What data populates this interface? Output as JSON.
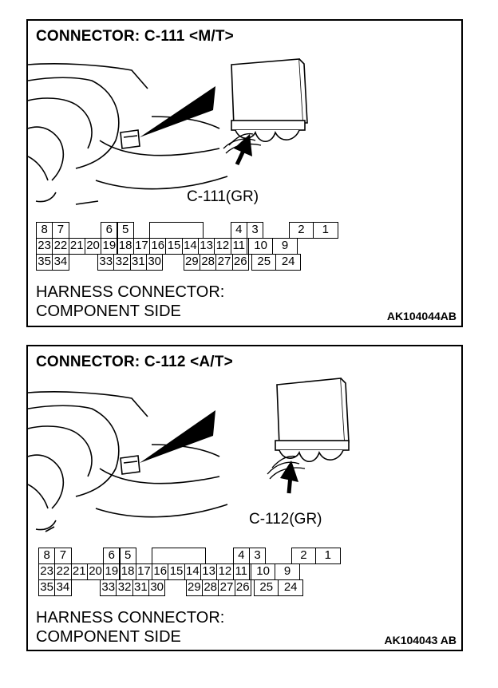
{
  "panels": [
    {
      "title": "CONNECTOR: C-111 <M/T>",
      "connector_label": "C-111(GR)",
      "footer_line1": "HARNESS CONNECTOR:",
      "footer_line2": "COMPONENT SIDE",
      "code": "AK104044AB"
    },
    {
      "title": "CONNECTOR: C-112 <A/T>",
      "connector_label": "C-112(GR)",
      "footer_line1": "HARNESS CONNECTOR:",
      "footer_line2": "COMPONENT SIDE",
      "code": "AK104043 AB"
    }
  ],
  "pins": {
    "row1": [
      "8",
      "7",
      "6",
      "5",
      "4",
      "3",
      "2",
      "1"
    ],
    "row2": [
      "23",
      "22",
      "21",
      "20",
      "19",
      "18",
      "17",
      "16",
      "15",
      "14",
      "13",
      "12",
      "11",
      "10",
      "9"
    ],
    "row3": [
      "35",
      "34",
      "33",
      "32",
      "31",
      "30",
      "29",
      "28",
      "27",
      "26",
      "25",
      "24"
    ]
  }
}
